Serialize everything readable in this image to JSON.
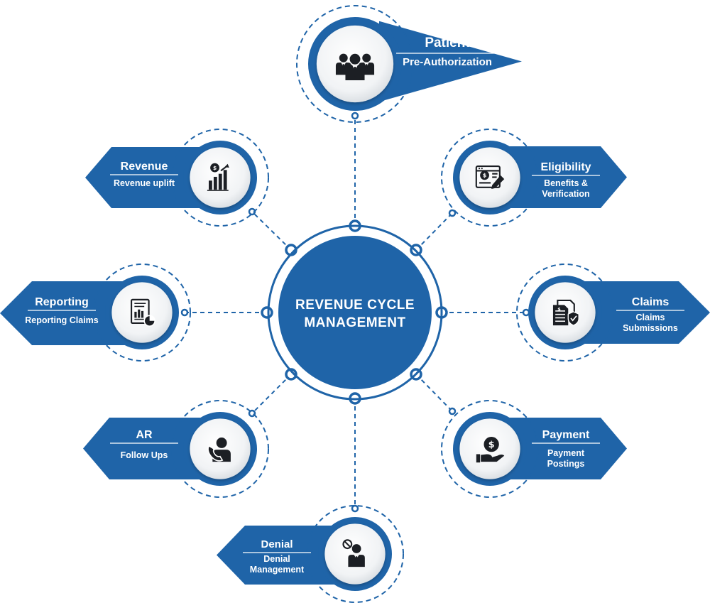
{
  "center": {
    "line1": "REVENUE CYCLE",
    "line2": "MANAGEMENT"
  },
  "colors": {
    "primary": "#1f64a8",
    "dark": "#1c1f24",
    "light": "#ffffff"
  },
  "nodes": [
    {
      "id": "patient",
      "title": "Patient",
      "subtitle": [
        "Pre-Authorization"
      ],
      "icon": "group-people-icon"
    },
    {
      "id": "eligibility",
      "title": "Eligibility",
      "subtitle": [
        "Benefits &",
        "Verification"
      ],
      "icon": "dollar-document-pen-icon"
    },
    {
      "id": "claims",
      "title": "Claims",
      "subtitle": [
        "Claims",
        "Submissions"
      ],
      "icon": "documents-shield-icon"
    },
    {
      "id": "payment",
      "title": "Payment",
      "subtitle": [
        "Payment",
        "Postings"
      ],
      "icon": "hand-dollar-icon"
    },
    {
      "id": "denial",
      "title": "Denial",
      "subtitle": [
        "Denial",
        "Management"
      ],
      "icon": "person-prohibited-icon"
    },
    {
      "id": "ar",
      "title": "AR",
      "subtitle": [
        "Follow Ups"
      ],
      "icon": "person-phone-icon"
    },
    {
      "id": "reporting",
      "title": "Reporting",
      "subtitle": [
        "Reporting Claims"
      ],
      "icon": "report-chart-icon"
    },
    {
      "id": "revenue",
      "title": "Revenue",
      "subtitle": [
        "Revenue uplift"
      ],
      "icon": "growth-chart-dollar-icon"
    }
  ]
}
